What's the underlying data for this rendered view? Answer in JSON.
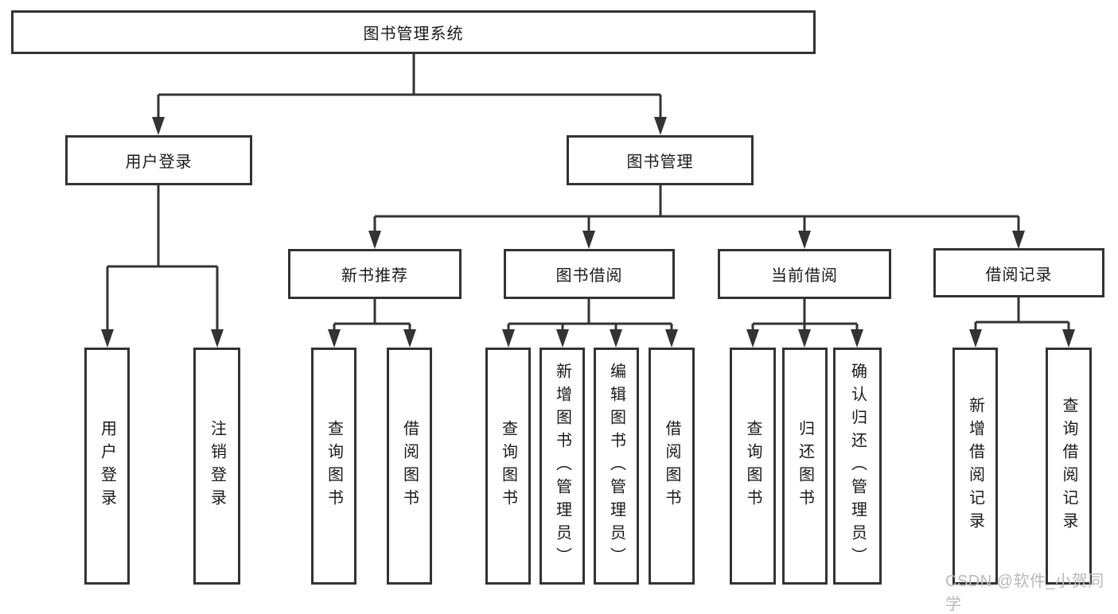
{
  "colors": {
    "line": "#333333",
    "text": "#1a1a1a",
    "watermark": "#b9b9b9"
  },
  "watermark": {
    "text": "CSDN @软件_小贺同学"
  },
  "tree": {
    "label": "图书管理系统",
    "children": [
      {
        "label": "用户登录",
        "children": [
          {
            "label": "用户登录"
          },
          {
            "label": "注销登录"
          }
        ]
      },
      {
        "label": "图书管理",
        "children": [
          {
            "label": "新书推荐",
            "children": [
              {
                "label": "查询图书"
              },
              {
                "label": "借阅图书"
              }
            ]
          },
          {
            "label": "图书借阅",
            "children": [
              {
                "label": "查询图书"
              },
              {
                "label": "新增图书（管理员）"
              },
              {
                "label": "编辑图书（管理员）"
              },
              {
                "label": "借阅图书"
              }
            ]
          },
          {
            "label": "当前借阅",
            "children": [
              {
                "label": "查询图书"
              },
              {
                "label": "归还图书"
              },
              {
                "label": "确认归还（管理员）"
              }
            ]
          },
          {
            "label": "借阅记录",
            "children": [
              {
                "label": "新增借阅记录"
              },
              {
                "label": "查询借阅记录"
              }
            ]
          }
        ]
      }
    ]
  }
}
